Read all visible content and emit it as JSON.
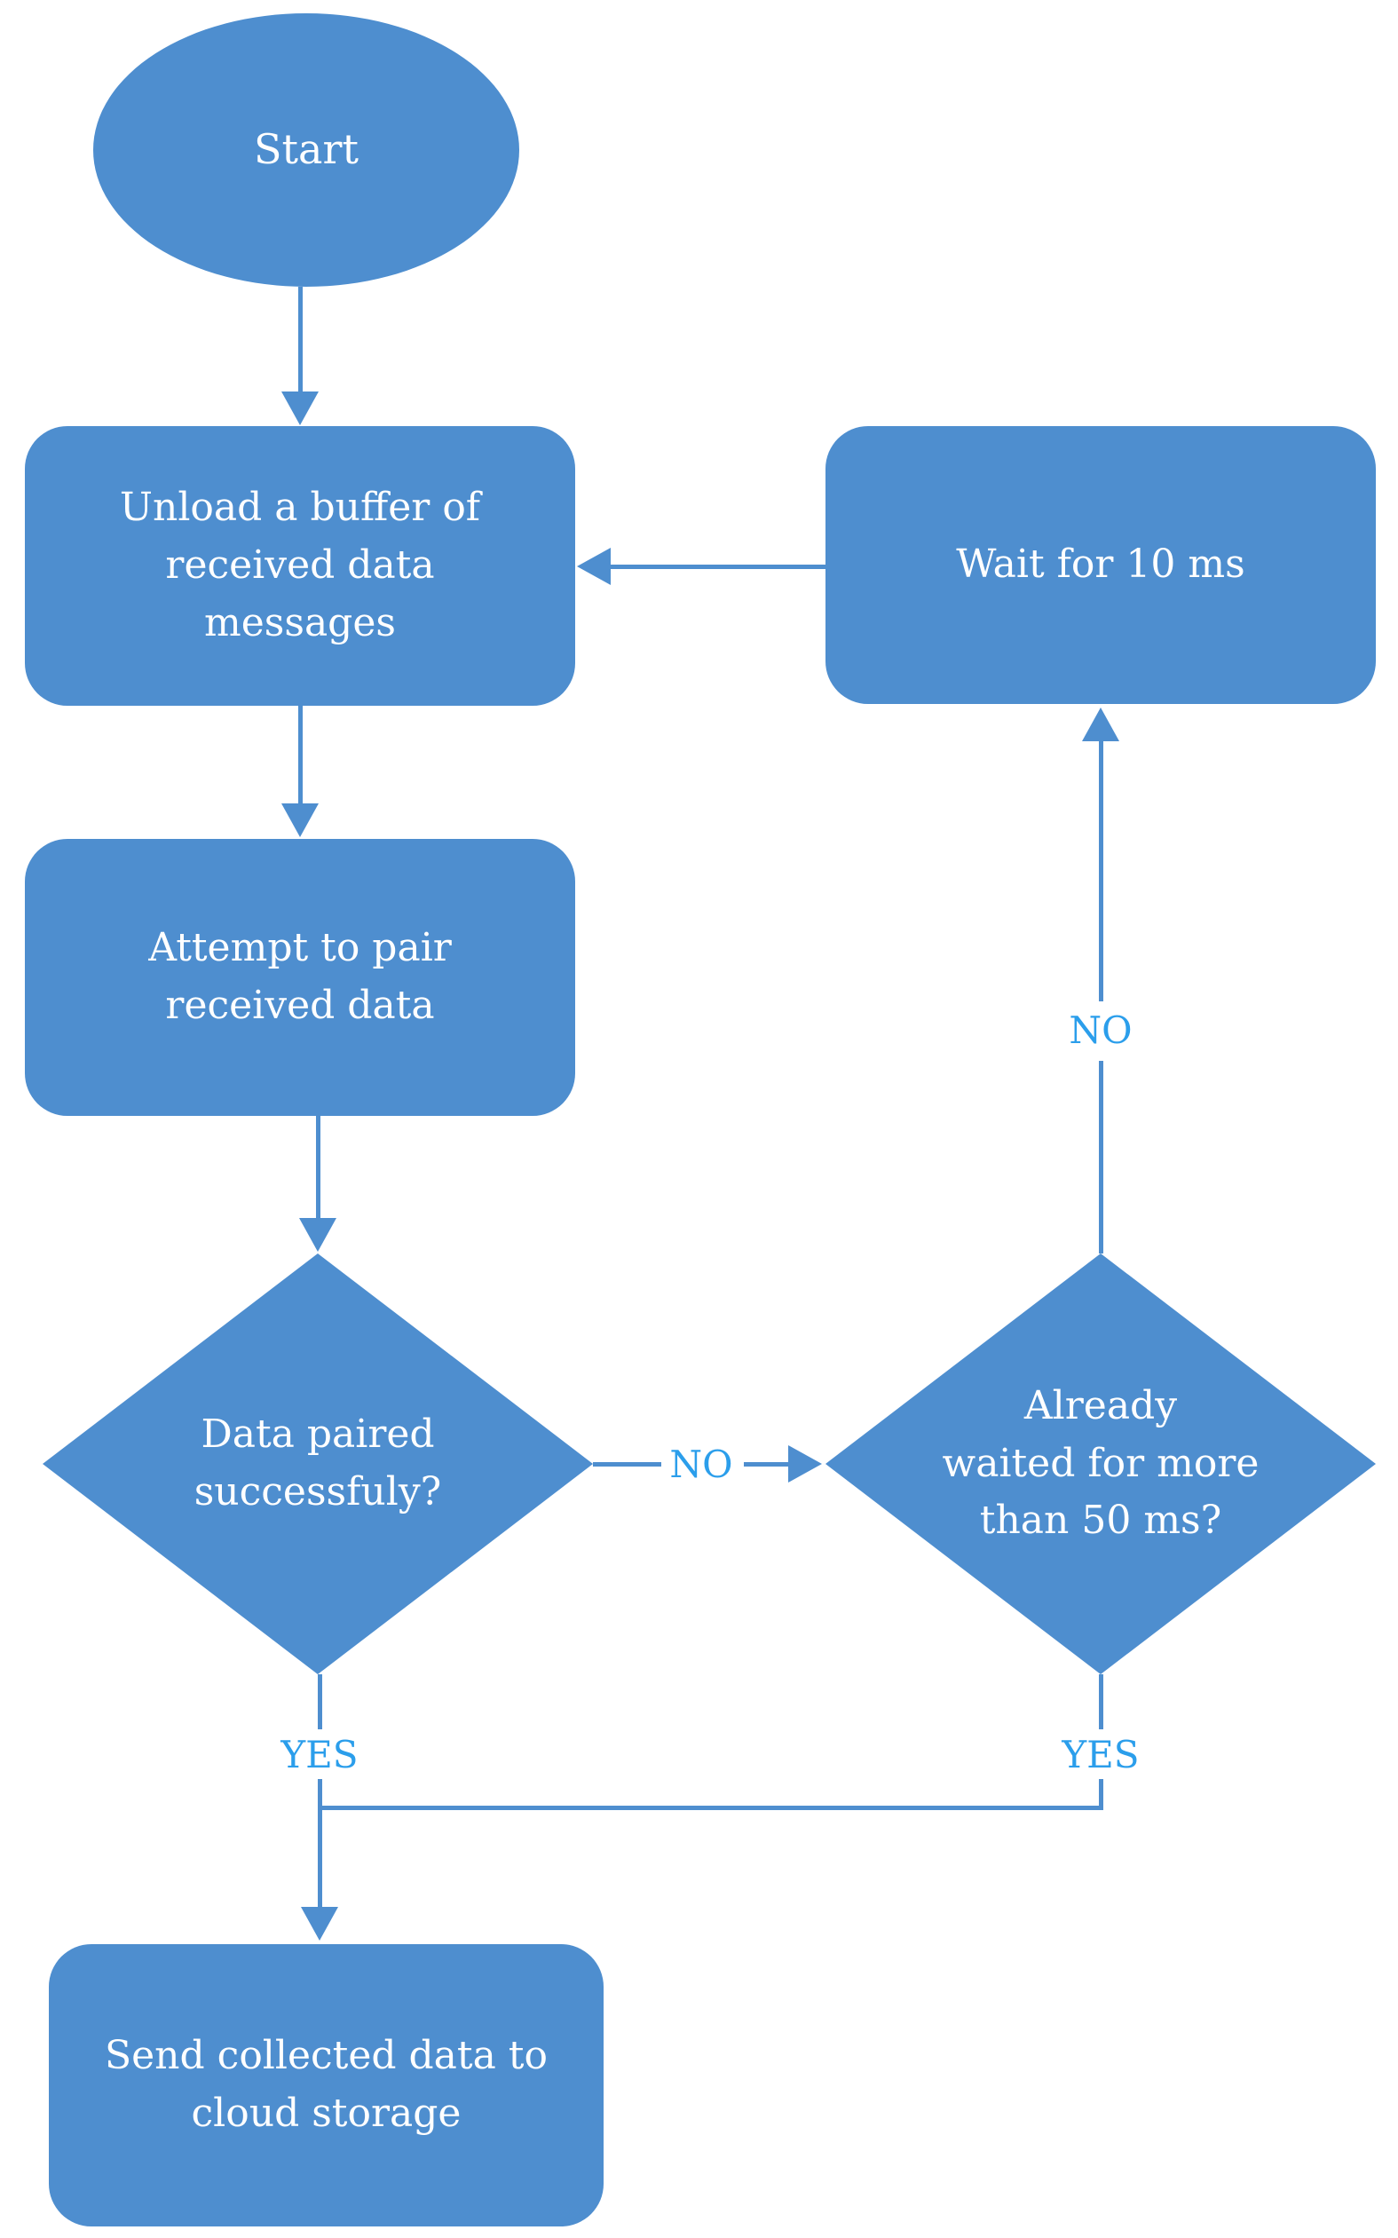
{
  "colors": {
    "shape_fill": "#4e8ecf",
    "connector": "#4e8ecf",
    "edge_label": "#2b9eeb",
    "node_text": "#ffffff",
    "background": "#ffffff"
  },
  "nodes": {
    "start": {
      "type": "terminator",
      "label": "Start"
    },
    "unload": {
      "type": "process",
      "lines": [
        "Unload a buffer of",
        "received data",
        "messages"
      ]
    },
    "wait": {
      "type": "process",
      "label": "Wait for 10 ms"
    },
    "attempt": {
      "type": "process",
      "lines": [
        "Attempt to pair",
        "received data"
      ]
    },
    "paired": {
      "type": "decision",
      "lines": [
        "Data paired",
        "successfuly?"
      ]
    },
    "waited": {
      "type": "decision",
      "lines": [
        "Already",
        "waited for more",
        "than 50 ms?"
      ]
    },
    "send": {
      "type": "process",
      "lines": [
        "Send collected data to",
        "cloud storage"
      ]
    }
  },
  "edges": [
    {
      "from": "start",
      "to": "unload",
      "label": ""
    },
    {
      "from": "unload",
      "to": "attempt",
      "label": ""
    },
    {
      "from": "attempt",
      "to": "paired",
      "label": ""
    },
    {
      "from": "paired",
      "to": "waited",
      "label": "NO"
    },
    {
      "from": "waited",
      "to": "wait",
      "label": "NO"
    },
    {
      "from": "wait",
      "to": "unload",
      "label": ""
    },
    {
      "from": "paired",
      "to": "send",
      "label": "YES"
    },
    {
      "from": "waited",
      "to": "send",
      "label": "YES"
    }
  ]
}
